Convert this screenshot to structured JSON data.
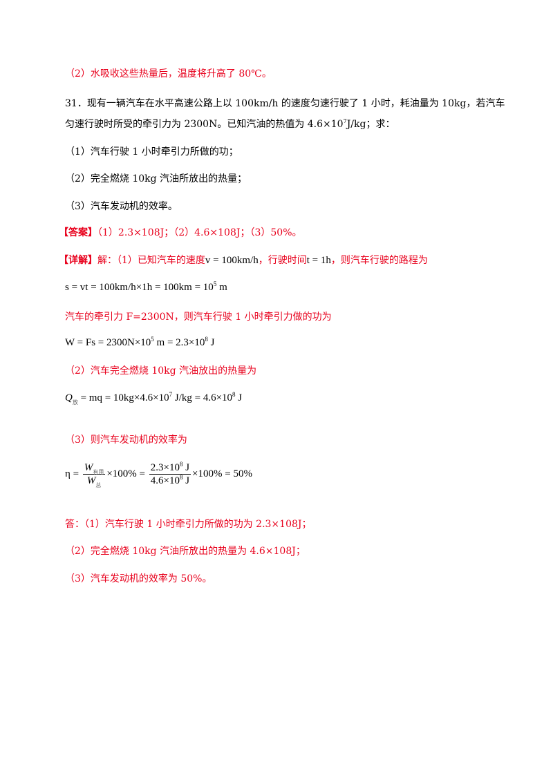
{
  "lines": {
    "l1": "（2）水吸收这些热量后，温度将升高了 80℃。",
    "q31_a": "31．现有一辆汽车在水平高速公路上以 100km/h 的速度匀速行驶了 1 小时，耗油量为 10kg，若汽车",
    "q31_b_pre": "匀速行驶时所受的牵引力为 2300N。已知汽油的热值为 4.6×10",
    "q31_b_exp": "7",
    "q31_b_post": "J/kg；求：",
    "q1": "（1）汽车行驶 1 小时牵引力所做的功；",
    "q2": "（2）完全燃烧 10kg 汽油所放出的热量；",
    "q3": "（3）汽车发动机的效率。",
    "answer_tag": "【答案】",
    "answer_body": "（1）2.3×108J；（2）4.6×108J；（3）50%。",
    "detail_tag": "【详解】",
    "detail_a": "解：（1）已知汽车的速度",
    "detail_v": "v = 100km/h",
    "detail_b": "，行驶时间",
    "detail_t": "t = 1h",
    "detail_c": "，则汽车行驶的路程为",
    "eq1": "s = vt = 100km/h×1h = 100km = 10",
    "eq1_exp": "5",
    "eq1_unit": " m",
    "force_line": "汽车的牵引力 F=2300N，则汽车行驶 1 小时牵引力做的功为",
    "eq2": "W = Fs = 2300N×10",
    "eq2_exp1": "5",
    "eq2_mid": " m = 2.3×10",
    "eq2_exp2": "8",
    "eq2_unit": " J",
    "part2": "（2）汽车完全燃烧 10kg 汽油放出的热量为",
    "eq3_q": "Q",
    "eq3_sub": "放",
    "eq3_a": " = mq = 10kg×4.6×10",
    "eq3_exp1": "7",
    "eq3_b": " J/kg = 4.6×10",
    "eq3_exp2": "8",
    "eq3_unit": " J",
    "part3": "（3）则汽车发动机的效率为",
    "eq4_eta": "η =",
    "eq4_num1": "W",
    "eq4_num1_sub": "有用",
    "eq4_den1": "W",
    "eq4_den1_sub": "总",
    "eq4_mid": "×100% =",
    "eq4_num2": "2.3×10",
    "eq4_num2_exp": "8",
    "eq4_num2_unit": " J",
    "eq4_den2": "4.6×10",
    "eq4_den2_exp": "8",
    "eq4_den2_unit": " J",
    "eq4_end": "×100% = 50%",
    "ans1": "答：（1）汽车行驶 1 小时牵引力所做的功为 2.3×108J；",
    "ans2": "（2）完全燃烧 10kg 汽油所放出的热量为 4.6×108J；",
    "ans3": "（3）汽车发动机的效率为 50%。"
  },
  "colors": {
    "red": "#e8001c",
    "text": "#000000"
  }
}
